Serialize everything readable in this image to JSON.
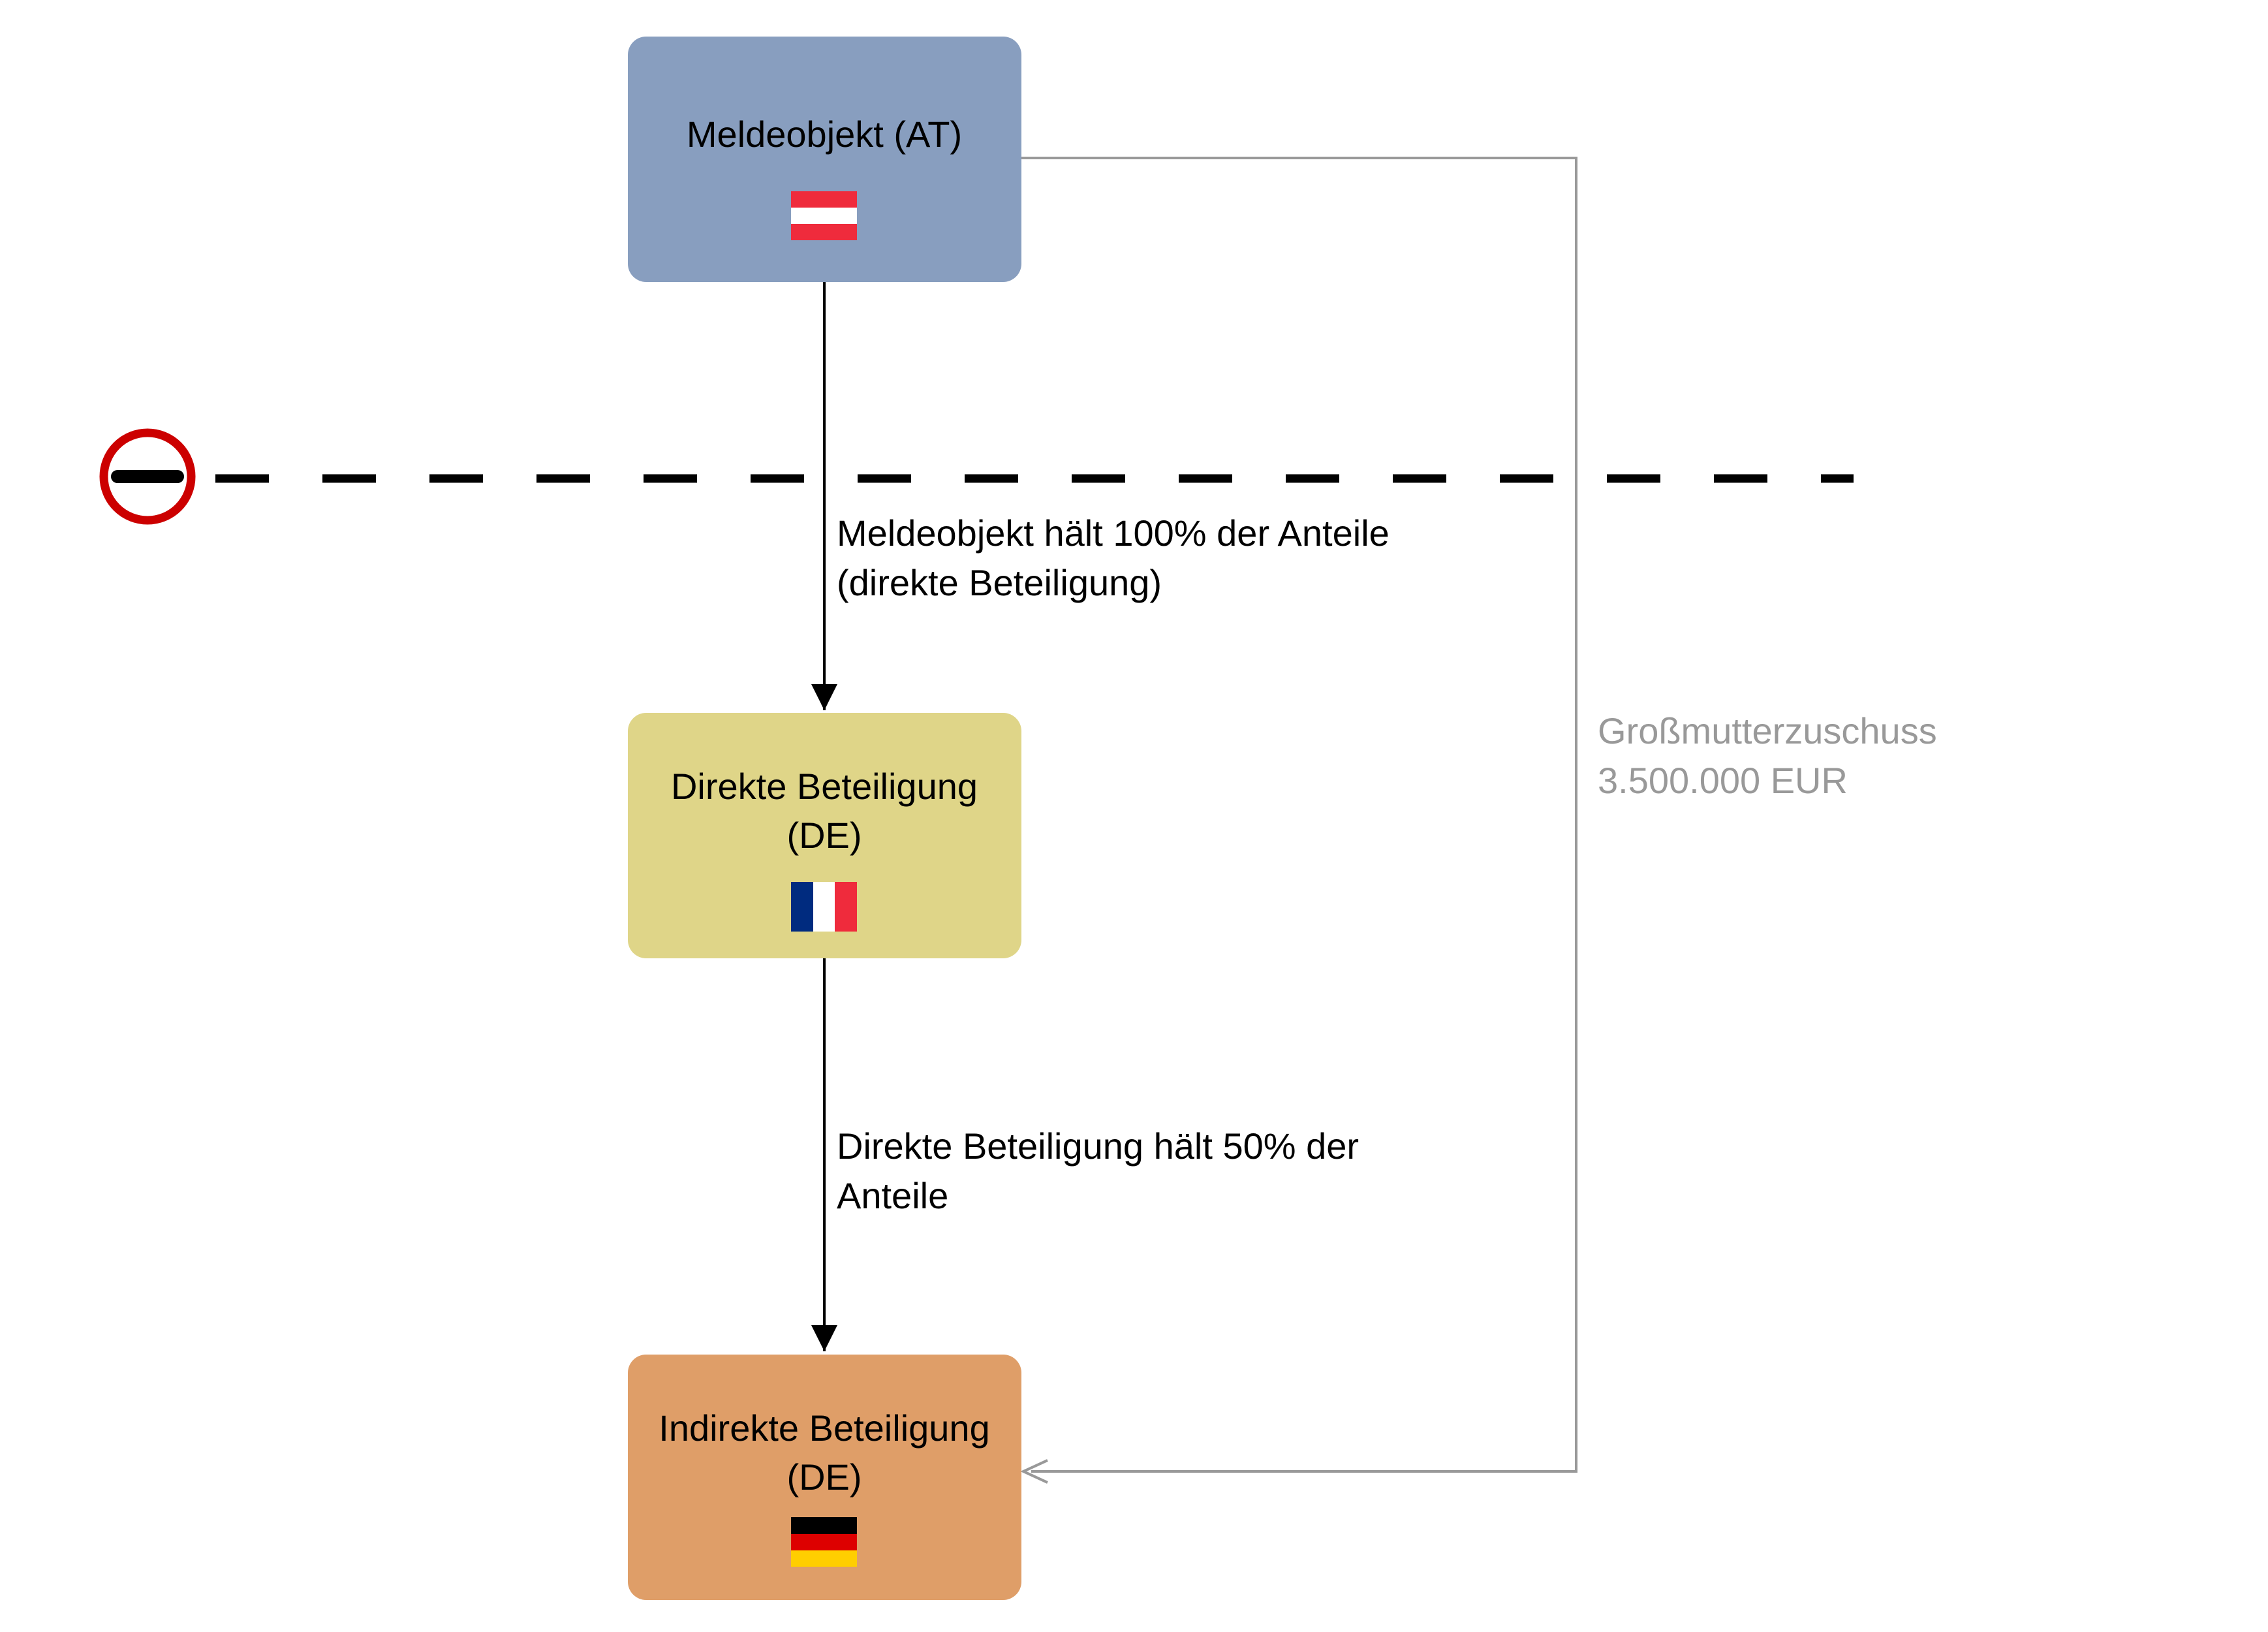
{
  "nodes": {
    "meldeobjekt": {
      "label": "Meldeobjekt (AT)",
      "color": "#889ebf",
      "flag": "austria-flag"
    },
    "direkte": {
      "label_line1": "Direkte Beteiligung",
      "label_line2": "(DE)",
      "color": "#dfd588",
      "flag": "france-flag"
    },
    "indirekte": {
      "label_line1": "Indirekte Beteiligung",
      "label_line2": "(DE)",
      "color": "#df9e68",
      "flag": "germany-flag"
    }
  },
  "edges": {
    "meldeobjekt_to_direkte": {
      "line1": "Meldeobjekt hält 100% der Anteile",
      "line2": "(direkte Beteiligung)"
    },
    "direkte_to_indirekte": {
      "line1": "Direkte Beteiligung hält 50% der",
      "line2": "Anteile"
    },
    "meldeobjekt_to_indirekte": {
      "line1": "Großmutterzuschuss",
      "line2": "3.500.000 EUR",
      "color": "#999999"
    }
  },
  "border_line": {
    "icon": "no-entry-icon"
  },
  "colors": {
    "austria_red": "#ef2b3c",
    "france_blue": "#002b7f",
    "france_red": "#ef2b3c",
    "germany_black": "#000000",
    "germany_red": "#dd0000",
    "germany_gold": "#ffce00",
    "no_entry_red": "#cc0000"
  }
}
